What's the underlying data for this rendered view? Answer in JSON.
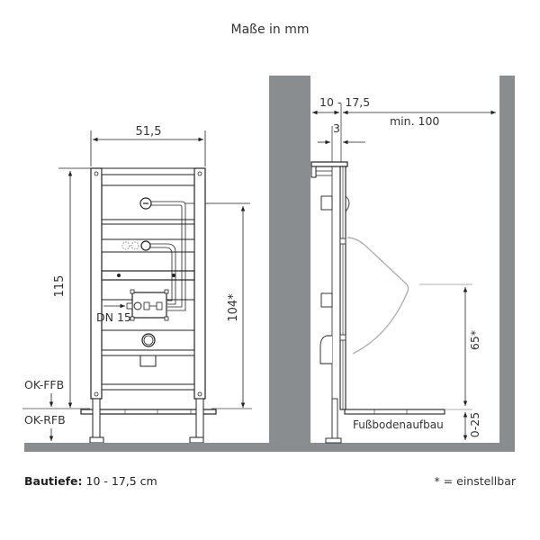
{
  "title": "Maße in mm",
  "colors": {
    "wall": "#8a8d90",
    "line": "#222222",
    "urinal": "#b0b0b0",
    "text": "#333333"
  },
  "front_view": {
    "width_dim": "51,5",
    "height_dim": "115",
    "outlet_height_dim": "104*",
    "connection_label": "DN 15",
    "finished_floor_label": "OK-FFB",
    "raw_floor_label": "OK-RFB"
  },
  "side_view": {
    "depth_dim": "10 - 17,5",
    "offset_dim": "3",
    "clearance_dim": "min. 100",
    "urinal_height_dim": "65*",
    "floor_build_up_dim": "0-25",
    "floor_build_up_label": "Fußbodenaufbau"
  },
  "footer": {
    "depth_label": "Bautiefe:",
    "depth_value": "10 - 17,5 cm",
    "note": "* = einstellbar"
  }
}
